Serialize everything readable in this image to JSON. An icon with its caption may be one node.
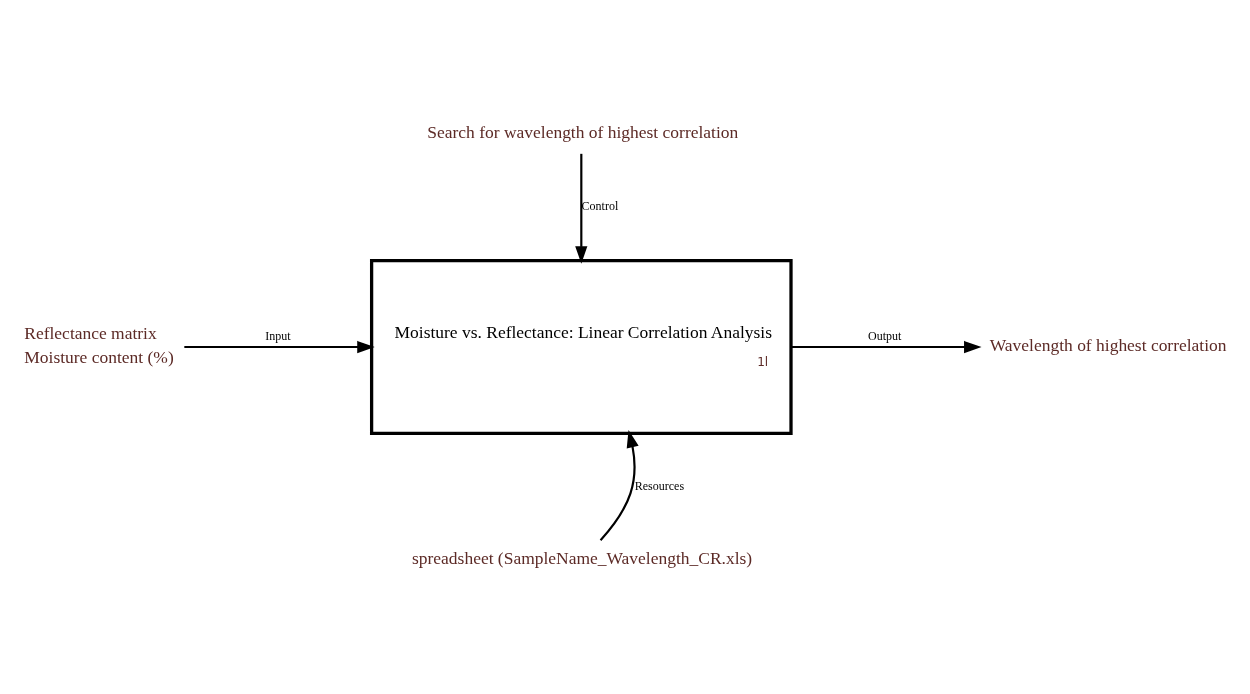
{
  "diagram": {
    "nodes": [
      {
        "text": [
          "Search for wavelength of highest correlation"
        ]
      },
      {
        "text": [
          "Moisture vs. Reflectance: Linear Correlation Analysis",
          "1l"
        ]
      },
      {
        "text": [
          "Reflectance matrix",
          "Moisture content (%)"
        ]
      },
      {
        "text": [
          "Wavelength of highest correlation"
        ]
      },
      {
        "text": [
          "spreadsheet (SampleName_Wavelength_CR.xls)"
        ]
      }
    ],
    "edges": [
      {
        "from": 0,
        "to": 1,
        "arrow": "to",
        "label": "Control"
      },
      {
        "from": 2,
        "to": 1,
        "arrow": "to",
        "label": "Input"
      },
      {
        "from": 1,
        "to": 3,
        "arrow": "to",
        "label": "Output"
      },
      {
        "from": 4,
        "to": 1,
        "arrow": "to",
        "label": "Resources"
      }
    ]
  }
}
